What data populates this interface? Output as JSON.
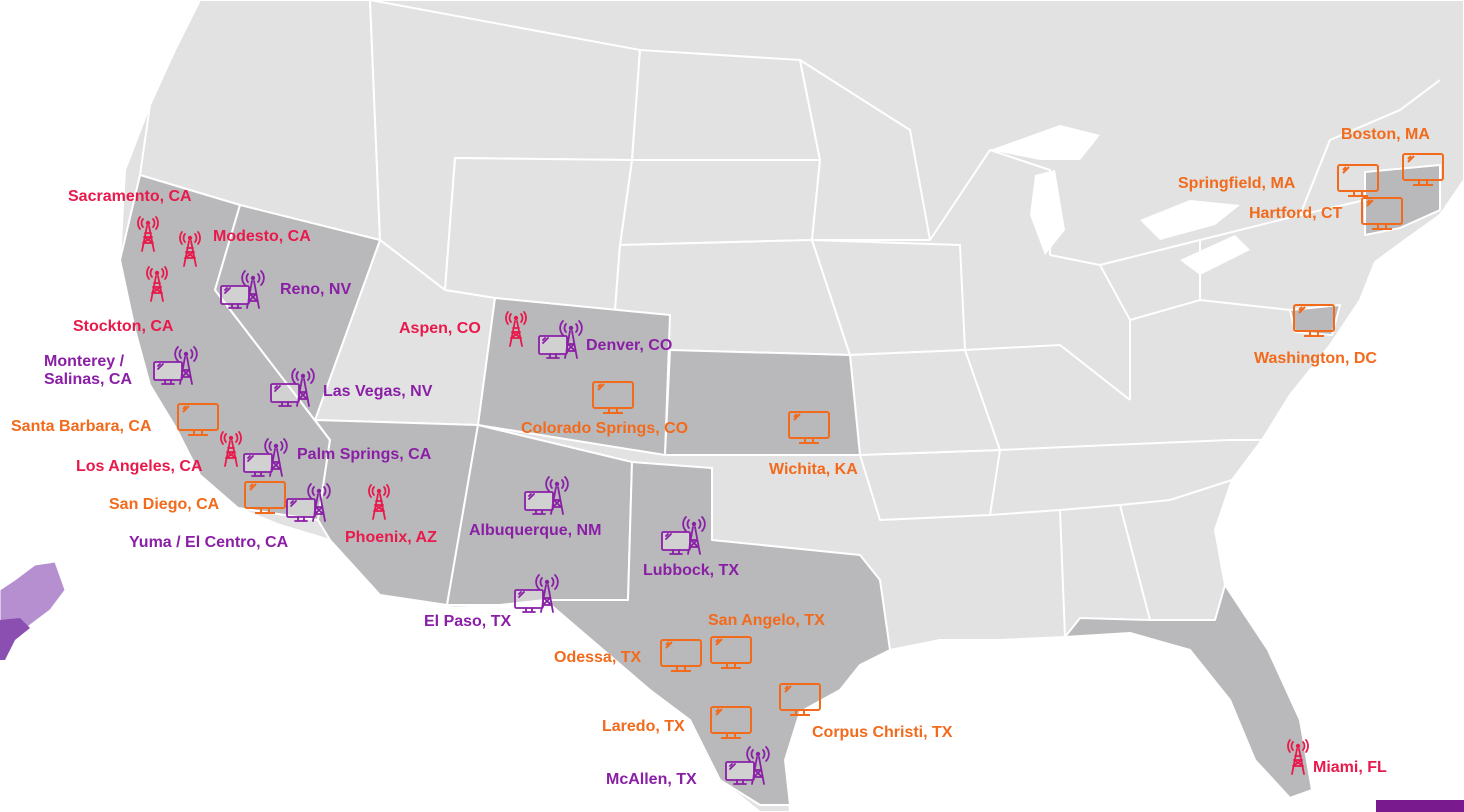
{
  "colors": {
    "radio": "#e8194b",
    "radio_tv": "#8a1fa6",
    "tv": "#f26a1b",
    "served_state": "#b9b9bb",
    "other_state": "#e2e2e3"
  },
  "markets": [
    {
      "id": "sacramento",
      "label": "Sacramento, CA",
      "type": "radio"
    },
    {
      "id": "modesto",
      "label": "Modesto, CA",
      "type": "radio"
    },
    {
      "id": "reno",
      "label": "Reno, NV",
      "type": "radio_tv"
    },
    {
      "id": "stockton",
      "label": "Stockton, CA",
      "type": "radio"
    },
    {
      "id": "monterey",
      "label": "Monterey /\nSalinas, CA",
      "type": "radio_tv"
    },
    {
      "id": "aspen",
      "label": "Aspen, CO",
      "type": "radio"
    },
    {
      "id": "denver",
      "label": "Denver, CO",
      "type": "radio_tv"
    },
    {
      "id": "lasvegas",
      "label": "Las Vegas, NV",
      "type": "radio_tv"
    },
    {
      "id": "santabarbara",
      "label": "Santa Barbara, CA",
      "type": "tv"
    },
    {
      "id": "coloradosprings",
      "label": "Colorado Springs, CO",
      "type": "tv"
    },
    {
      "id": "wichita",
      "label": "Wichita, KA",
      "type": "tv"
    },
    {
      "id": "losangeles",
      "label": "Los Angeles, CA",
      "type": "radio"
    },
    {
      "id": "palmsprings",
      "label": "Palm Springs, CA",
      "type": "radio_tv"
    },
    {
      "id": "sandiego",
      "label": "San Diego, CA",
      "type": "tv"
    },
    {
      "id": "phoenix",
      "label": "Phoenix, AZ",
      "type": "radio"
    },
    {
      "id": "yuma",
      "label": "Yuma / El Centro, CA",
      "type": "radio_tv"
    },
    {
      "id": "albuquerque",
      "label": "Albuquerque, NM",
      "type": "radio_tv"
    },
    {
      "id": "lubbock",
      "label": "Lubbock, TX",
      "type": "radio_tv"
    },
    {
      "id": "elpaso",
      "label": "El Paso, TX",
      "type": "radio_tv"
    },
    {
      "id": "sanangelo",
      "label": "San Angelo, TX",
      "type": "tv"
    },
    {
      "id": "odessa",
      "label": "Odessa, TX",
      "type": "tv"
    },
    {
      "id": "laredo",
      "label": "Laredo, TX",
      "type": "tv"
    },
    {
      "id": "corpuschristi",
      "label": "Corpus Christi, TX",
      "type": "tv"
    },
    {
      "id": "mcallen",
      "label": "McAllen, TX",
      "type": "radio_tv"
    },
    {
      "id": "miami",
      "label": "Miami, FL",
      "type": "radio"
    },
    {
      "id": "boston",
      "label": "Boston, MA",
      "type": "tv"
    },
    {
      "id": "springfield",
      "label": "Springfield, MA",
      "type": "tv"
    },
    {
      "id": "hartford",
      "label": "Hartford, CT",
      "type": "tv"
    },
    {
      "id": "washington",
      "label": "Washington, DC",
      "type": "tv"
    }
  ]
}
